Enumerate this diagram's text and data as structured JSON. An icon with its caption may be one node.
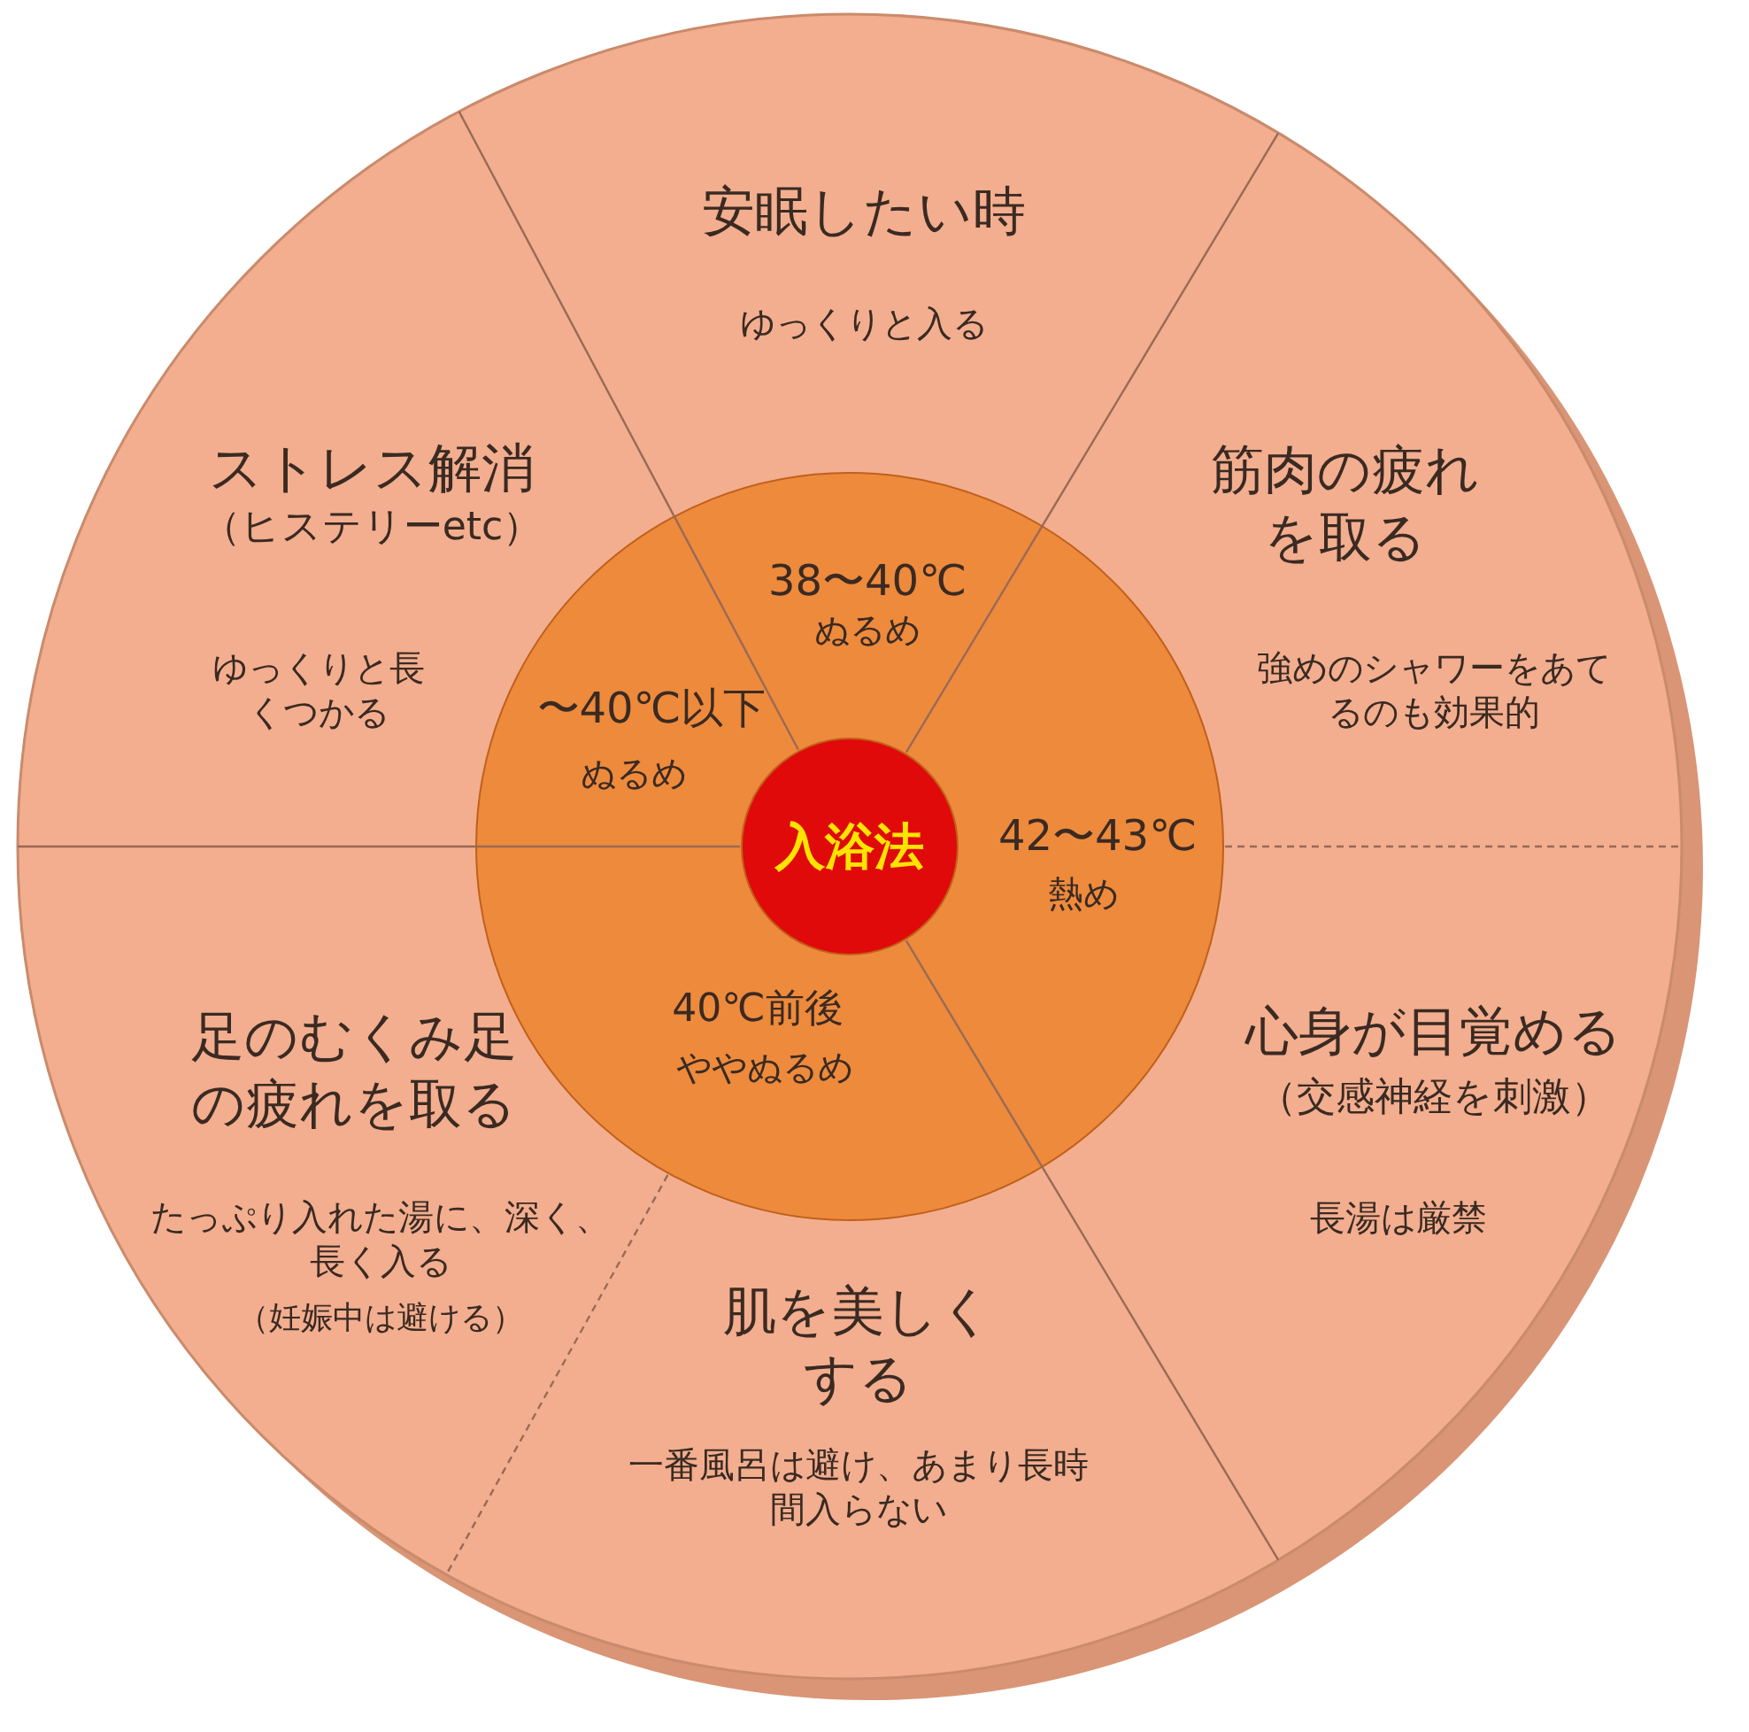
{
  "diagram": {
    "nodes": [
      {
        "text": [
          "安眠したい時",
          "ゆっくりと入る"
        ]
      },
      {
        "text": [
          "筋肉の疲れを取る",
          "強めのシャワーをあてるのも効果的"
        ]
      },
      {
        "text": [
          "心身が目覚める",
          "（交感神経を刺激）",
          "長湯は厳禁"
        ]
      },
      {
        "text": [
          "肌を美しくする",
          "一番風呂は避け、あまり長時間入らない"
        ]
      },
      {
        "text": [
          "足のむくみ足の疲れを取る",
          "たっぷり入れた湯に、深く、長く入る",
          "（妊娠中は避ける）"
        ]
      },
      {
        "text": [
          "ストレス解消",
          "（ヒステリーetc）",
          "ゆっくりと長くつかる"
        ]
      },
      {
        "text": [],
        "shape": "circle"
      },
      {
        "text": [
          "入浴法"
        ],
        "in": 6
      }
    ],
    "edges": [],
    "labels": [
      "38〜40℃",
      "ぬるめ",
      "〜40℃以下",
      "ぬるめ",
      "42〜43℃",
      "熱め",
      "40℃前後",
      "ややぬるめ"
    ]
  }
}
